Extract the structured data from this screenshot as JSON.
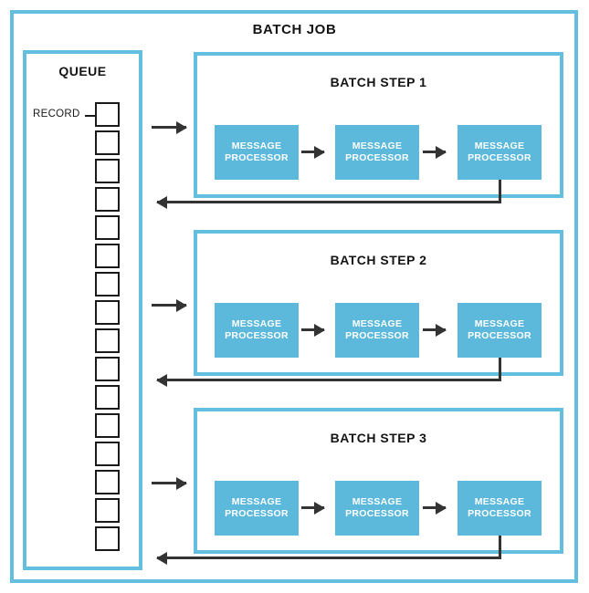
{
  "diagram": {
    "title": "BATCH JOB",
    "accent_color": "#63bfdd",
    "processor_color": "#5cb9dc",
    "arrow_color": "#333333",
    "outline_color": "#1a1a1a"
  },
  "queue": {
    "title": "QUEUE",
    "record_label": "RECORD",
    "record_count": 16
  },
  "steps": [
    {
      "title": "BATCH STEP 1",
      "processors": [
        {
          "line1": "MESSAGE",
          "line2": "PROCESSOR"
        },
        {
          "line1": "MESSAGE",
          "line2": "PROCESSOR"
        },
        {
          "line1": "MESSAGE",
          "line2": "PROCESSOR"
        }
      ]
    },
    {
      "title": "BATCH STEP 2",
      "processors": [
        {
          "line1": "MESSAGE",
          "line2": "PROCESSOR"
        },
        {
          "line1": "MESSAGE",
          "line2": "PROCESSOR"
        },
        {
          "line1": "MESSAGE",
          "line2": "PROCESSOR"
        }
      ]
    },
    {
      "title": "BATCH STEP 3",
      "processors": [
        {
          "line1": "MESSAGE",
          "line2": "PROCESSOR"
        },
        {
          "line1": "MESSAGE",
          "line2": "PROCESSOR"
        },
        {
          "line1": "MESSAGE",
          "line2": "PROCESSOR"
        }
      ]
    }
  ]
}
